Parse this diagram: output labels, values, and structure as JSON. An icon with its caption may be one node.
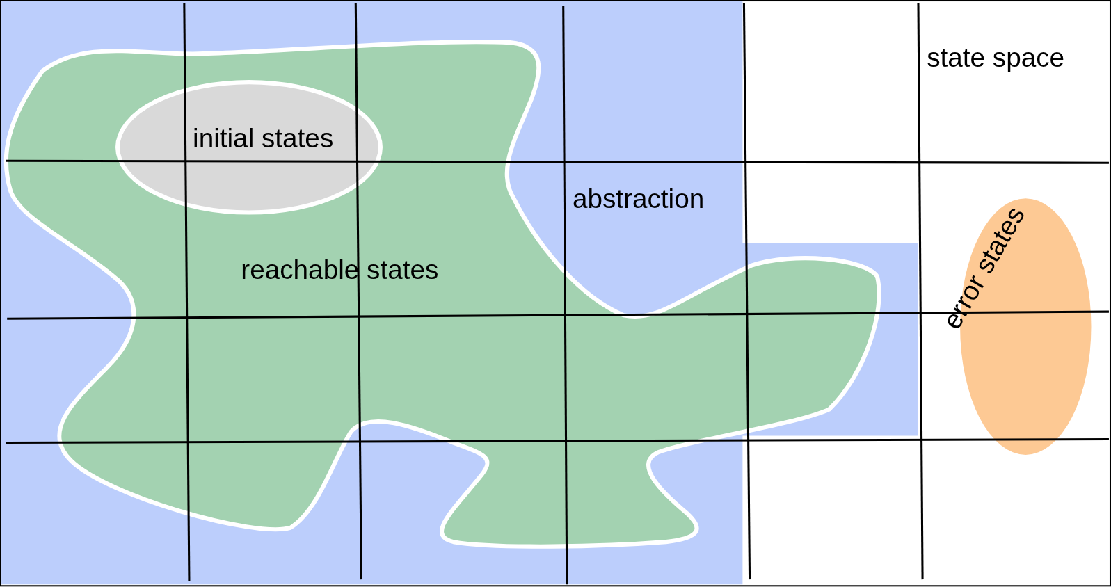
{
  "diagram": {
    "nodes": [
      {
        "text": [
          "state space"
        ]
      },
      {
        "text": [
          "abstraction"
        ],
        "in": 0
      },
      {
        "text": [
          "reachable states"
        ],
        "in": 1
      },
      {
        "text": [
          "initial states"
        ],
        "in": 2
      },
      {
        "text": [
          "error states"
        ],
        "in": 0
      }
    ]
  }
}
